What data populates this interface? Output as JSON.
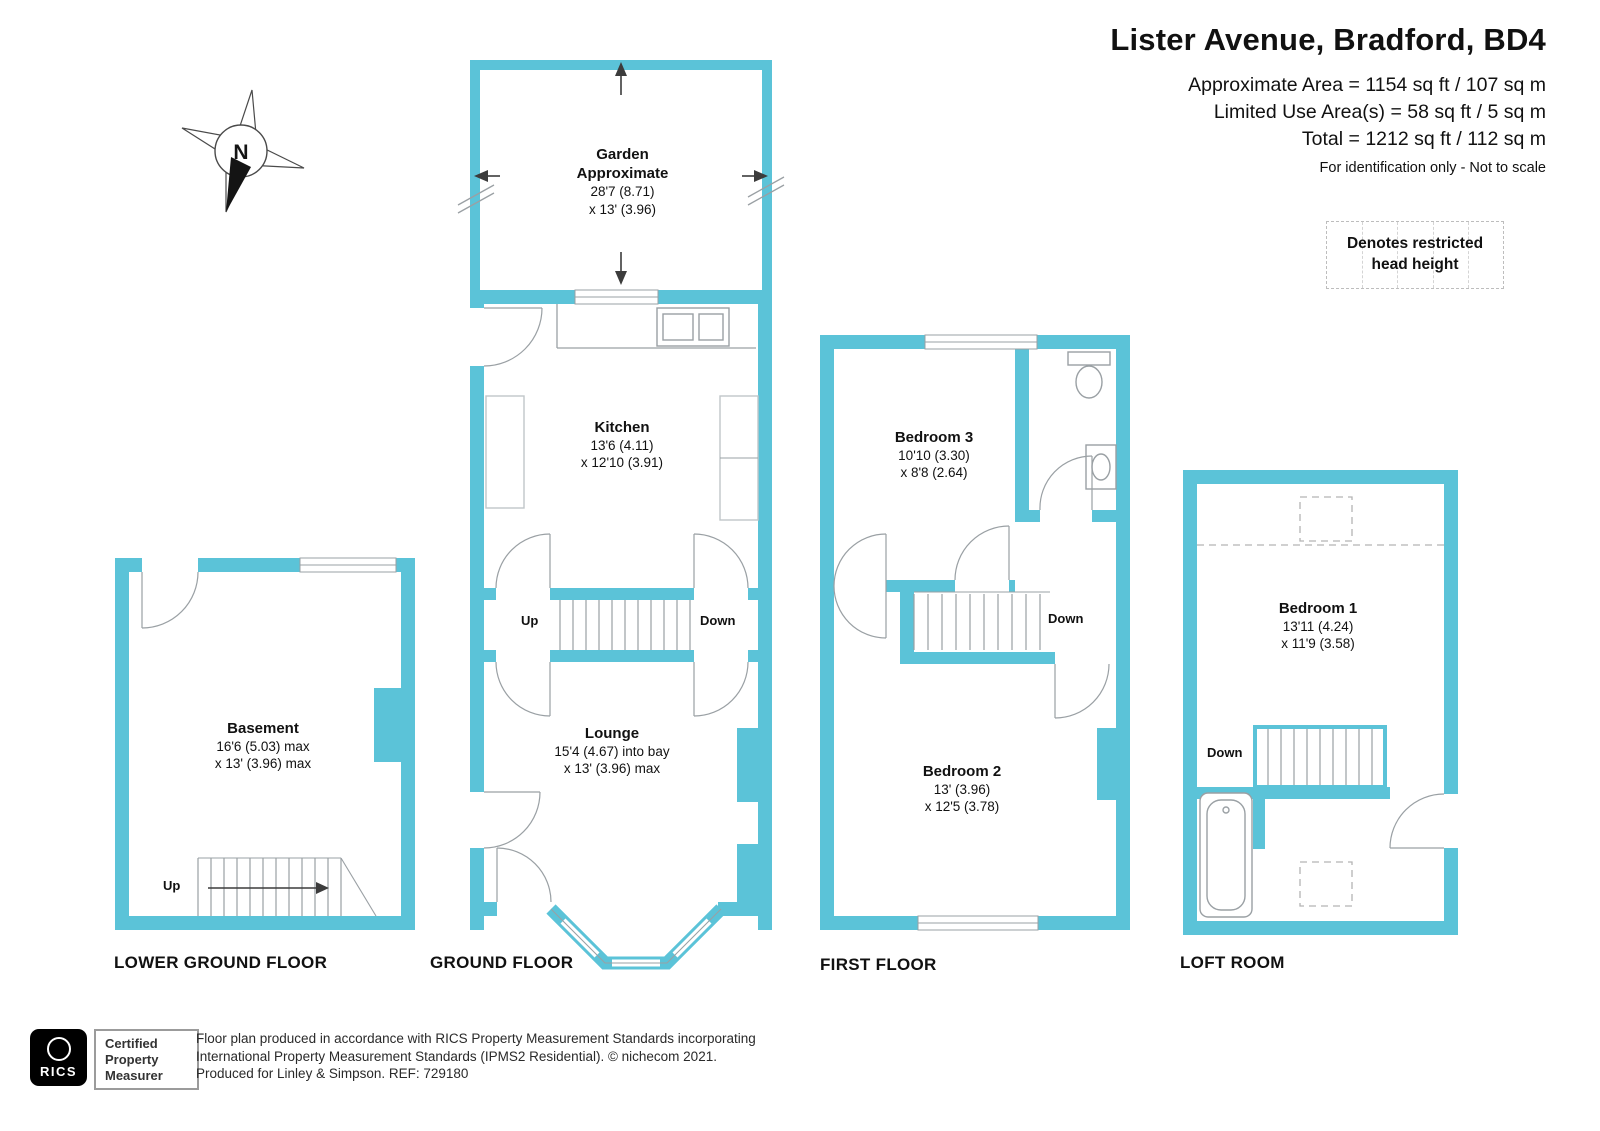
{
  "header": {
    "title": "Lister Avenue, Bradford, BD4",
    "area_lines": [
      "Approximate Area = 1154 sq ft / 107 sq m",
      "Limited Use Area(s) = 58 sq ft / 5 sq m",
      "Total = 1212 sq ft / 112 sq m"
    ],
    "disclaimer": "For identification only - Not to scale",
    "legend_text": "Denotes restricted head height"
  },
  "compass": {
    "north_label": "N"
  },
  "rooms": {
    "garden": {
      "name": "Garden",
      "sub": "Approximate",
      "dim1": "28'7 (8.71)",
      "dim2": "x 13' (3.96)"
    },
    "kitchen": {
      "name": "Kitchen",
      "dim1": "13'6 (4.11)",
      "dim2": "x 12'10 (3.91)"
    },
    "lounge": {
      "name": "Lounge",
      "dim1": "15'4 (4.67) into bay",
      "dim2": "x 13' (3.96) max"
    },
    "basement": {
      "name": "Basement",
      "dim1": "16'6 (5.03) max",
      "dim2": "x 13' (3.96) max"
    },
    "bedroom1": {
      "name": "Bedroom 1",
      "dim1": "13'11 (4.24)",
      "dim2": "x 11'9 (3.58)"
    },
    "bedroom2": {
      "name": "Bedroom 2",
      "dim1": "13' (3.96)",
      "dim2": "x 12'5 (3.78)"
    },
    "bedroom3": {
      "name": "Bedroom 3",
      "dim1": "10'10 (3.30)",
      "dim2": "x 8'8 (2.64)"
    }
  },
  "stair_labels": {
    "up": "Up",
    "down": "Down"
  },
  "floor_titles": {
    "lower_ground": "LOWER GROUND FLOOR",
    "ground": "GROUND FLOOR",
    "first": "FIRST FLOOR",
    "loft": "LOFT ROOM"
  },
  "footer": {
    "rics": "RICS",
    "cert": [
      "Certified",
      "Property",
      "Measurer"
    ],
    "lines": [
      "Floor plan produced in accordance with RICS Property Measurement Standards incorporating",
      "International Property Measurement Standards (IPMS2 Residential).   © nichecom 2021.",
      "Produced for Linley & Simpson.    REF: 729180"
    ]
  },
  "colors": {
    "wall": "#5BC3D8"
  }
}
